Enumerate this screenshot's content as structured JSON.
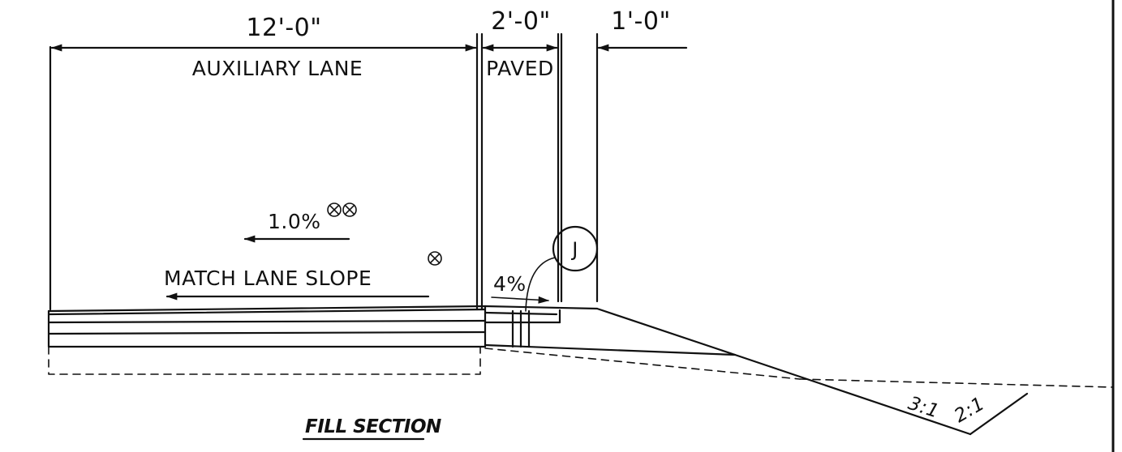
{
  "dimensions": {
    "aux_lane_width": "12'-0\"",
    "paved_width": "2'-0\"",
    "extra_width": "1'-0\""
  },
  "labels": {
    "aux_lane": "AUXILIARY LANE",
    "paved": "PAVED",
    "slope_pct": "1.0%",
    "match_lane_slope": "MATCH LANE SLOPE",
    "shoulder_slope": "4%",
    "callout": "J",
    "ratio_a": "3:1",
    "ratio_b": "2:1",
    "section_title": "FILL SECTION"
  },
  "symbols": {
    "double_note": "circled-x-icon",
    "single_note": "circled-x-icon"
  }
}
